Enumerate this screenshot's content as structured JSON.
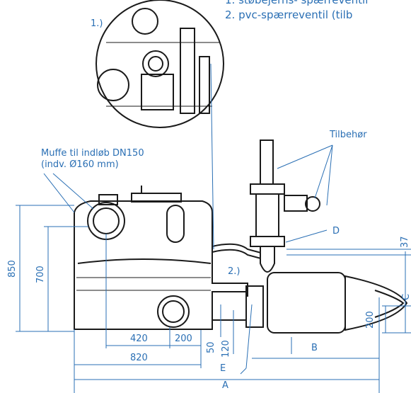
{
  "legend": {
    "line1": "1. støbejerns- spærreventil",
    "line2": "2. pvc-spærreventil (tilb"
  },
  "callouts": {
    "detail_1": "1.)",
    "detail_2": "2.)",
    "accessory": "Tilbehør",
    "inlet_line1": "Muffe til indløb DN150",
    "inlet_line2": "(indv. Ø160 mm)"
  },
  "letters": {
    "A": "A",
    "B": "B",
    "C": "C",
    "D": "D",
    "E": "E"
  },
  "dimensions": {
    "height_total": "850",
    "height_inlet": "700",
    "width_420": "420",
    "width_200": "200",
    "width_820": "820",
    "d50": "50",
    "d120": "120",
    "right_200": "200",
    "right_37": "37"
  },
  "colors": {
    "annotation": "#2a6fb4",
    "line": "#1a1a1a"
  }
}
